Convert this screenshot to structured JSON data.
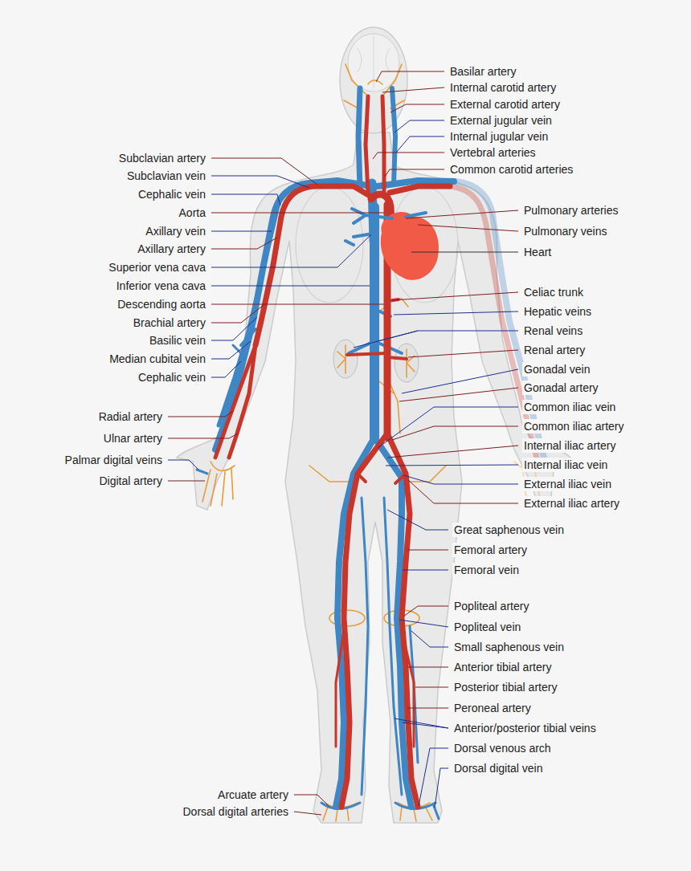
{
  "diagram": {
    "labels": [
      "Basilar artery",
      "Internal carotid artery",
      "External carotid artery",
      "External jugular vein",
      "Internal jugular vein",
      "Vertebral arteries",
      "Subclavian artery",
      "Common carotid arteries",
      "Subclavian vein",
      "Cephalic vein",
      "Pulmonary arteries",
      "Aorta",
      "Axillary vein",
      "Pulmonary veins",
      "Axillary artery",
      "Heart",
      "Superior vena cava",
      "Inferior vena cava",
      "Celiac trunk",
      "Descending aorta",
      "Hepatic veins",
      "Brachial artery",
      "Renal veins",
      "Basilic vein",
      "Renal artery",
      "Median cubital vein",
      "Gonadal vein",
      "Cephalic vein",
      "Gonadal artery",
      "Common iliac vein",
      "Radial artery",
      "Common iliac artery",
      "Ulnar artery",
      "Internal iliac artery",
      "Palmar digital veins",
      "Internal iliac vein",
      "Digital artery",
      "External iliac vein",
      "External iliac artery",
      "Great saphenous vein",
      "Femoral artery",
      "Femoral vein",
      "Popliteal artery",
      "Popliteal vein",
      "Small saphenous vein",
      "Anterior tibial artery",
      "Posterior tibial artery",
      "Peroneal artery",
      "Anterior/posterior tibial veins",
      "Dorsal venous arch",
      "Dorsal digital vein",
      "Arcuate artery",
      "Dorsal digital arteries"
    ]
  }
}
